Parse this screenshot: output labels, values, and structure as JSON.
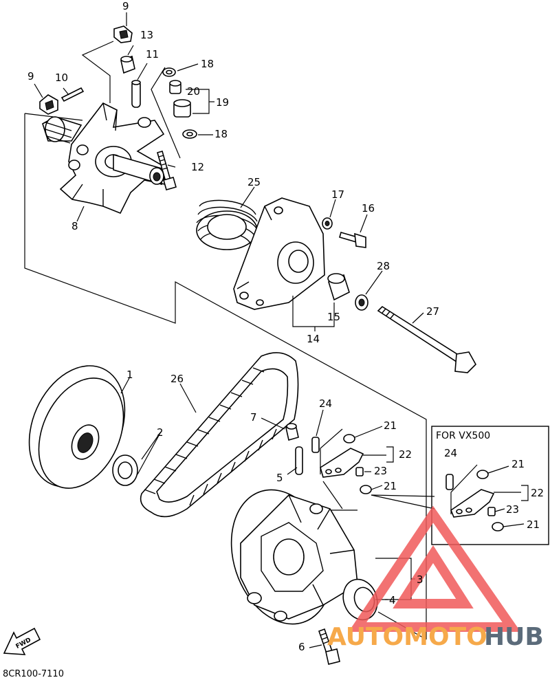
{
  "diagram": {
    "code": "8CR100-7110",
    "inset_title": "FOR VX500",
    "fwd_label": "FWD",
    "callouts": {
      "c1": "1",
      "c2": "2",
      "c3": "3",
      "c4": "4",
      "c5": "5",
      "c6": "6",
      "c7": "7",
      "c8": "8",
      "c9a": "9",
      "c9b": "9",
      "c10": "10",
      "c11": "11",
      "c12": "12",
      "c13": "13",
      "c14": "14",
      "c15": "15",
      "c16": "16",
      "c17": "17",
      "c18a": "18",
      "c18b": "18",
      "c19": "19",
      "c20": "20",
      "c21a": "21",
      "c21b": "21",
      "c22": "22",
      "c23": "23",
      "c24": "24",
      "c25": "25",
      "c26": "26",
      "c27": "27",
      "c28": "28",
      "v21a": "21",
      "v21b": "21",
      "v22": "22",
      "v23": "23",
      "v24": "24"
    }
  },
  "watermark": {
    "word_a": "AUTOMOTO",
    "word_b": "HUB",
    "colors": {
      "triangle": "#f05a5a",
      "text_a": "#f6a94a",
      "text_b": "#5b6b7a"
    }
  }
}
